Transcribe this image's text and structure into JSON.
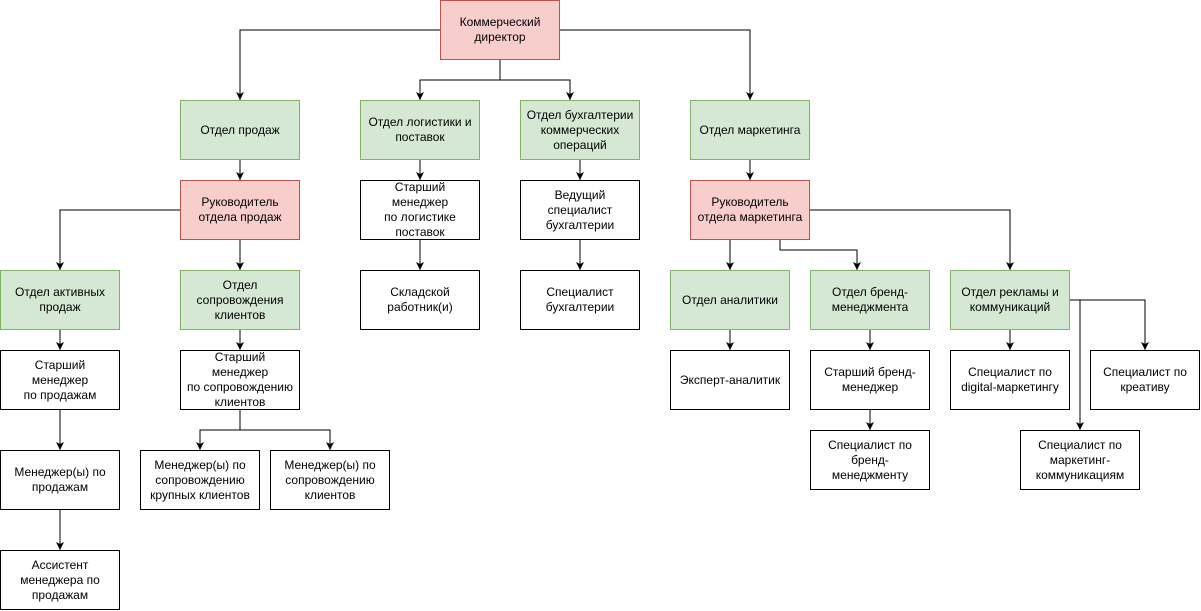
{
  "diagram": {
    "nodes": [
      {
        "id": "commercial_director",
        "type": "head",
        "label": "Коммерческий\nдиректор"
      },
      {
        "id": "sales_dept",
        "type": "dept",
        "label": "Отдел продаж"
      },
      {
        "id": "logistics_dept",
        "type": "dept",
        "label": "Отдел логистики и\nпоставок"
      },
      {
        "id": "accounting_dept",
        "type": "dept",
        "label": "Отдел бухгалтерии\nкоммерческих\nопераций"
      },
      {
        "id": "marketing_dept",
        "type": "dept",
        "label": "Отдел маркетинга"
      },
      {
        "id": "sales_head",
        "type": "head",
        "label": "Руководитель\nотдела продаж"
      },
      {
        "id": "marketing_head",
        "type": "head",
        "label": "Руководитель\nотдела маркетинга"
      },
      {
        "id": "logistics_senior",
        "type": "role",
        "label": "Старший менеджер\nпо логистике\nпоставок"
      },
      {
        "id": "accounting_lead",
        "type": "role",
        "label": "Ведущий\nспециалист\nбухгалтерии"
      },
      {
        "id": "warehouse_worker",
        "type": "role",
        "label": "Складской\nработник(и)"
      },
      {
        "id": "accounting_specialist",
        "type": "role",
        "label": "Специалист\nбухгалтерии"
      },
      {
        "id": "active_sales_dept",
        "type": "dept",
        "label": "Отдел активных\nпродаж"
      },
      {
        "id": "client_support_dept",
        "type": "dept",
        "label": "Отдел\nсопровождения\nклиентов"
      },
      {
        "id": "analytics_dept",
        "type": "dept",
        "label": "Отдел аналитики"
      },
      {
        "id": "brand_dept",
        "type": "dept",
        "label": "Отдел бренд-\nменеджмента"
      },
      {
        "id": "ads_dept",
        "type": "dept",
        "label": "Отдел рекламы и\nкоммуникаций"
      },
      {
        "id": "sales_senior",
        "type": "role",
        "label": "Старший менеджер\nпо продажам"
      },
      {
        "id": "support_senior",
        "type": "role",
        "label": "Старший менеджер\nпо сопровождению\nклиентов"
      },
      {
        "id": "analyst_expert",
        "type": "role",
        "label": "Эксперт-аналитик"
      },
      {
        "id": "brand_senior",
        "type": "role",
        "label": "Старший бренд-\nменеджер"
      },
      {
        "id": "digital_specialist",
        "type": "role",
        "label": "Специалист по\ndigital-маркетингу"
      },
      {
        "id": "creative_specialist",
        "type": "role",
        "label": "Специалист по\nкреативу"
      },
      {
        "id": "sales_managers",
        "type": "role",
        "label": "Менеджер(ы) по\nпродажам"
      },
      {
        "id": "key_account_managers",
        "type": "role",
        "label": "Менеджер(ы) по\nсопровождению\nкрупных клиентов"
      },
      {
        "id": "client_managers",
        "type": "role",
        "label": "Менеджер(ы) по\nсопровождению\nклиентов"
      },
      {
        "id": "brand_specialist",
        "type": "role",
        "label": "Специалист по\nбренд-менеджменту"
      },
      {
        "id": "marcom_specialist",
        "type": "role",
        "label": "Специалист по\nмаркетинг-\nкоммуникациям"
      },
      {
        "id": "sales_assistant",
        "type": "role",
        "label": "Ассистент\nменеджера по\nпродажам"
      }
    ],
    "edges": [
      [
        "commercial_director",
        "sales_dept"
      ],
      [
        "commercial_director",
        "logistics_dept"
      ],
      [
        "commercial_director",
        "accounting_dept"
      ],
      [
        "commercial_director",
        "marketing_dept"
      ],
      [
        "sales_dept",
        "sales_head"
      ],
      [
        "logistics_dept",
        "logistics_senior"
      ],
      [
        "accounting_dept",
        "accounting_lead"
      ],
      [
        "marketing_dept",
        "marketing_head"
      ],
      [
        "logistics_senior",
        "warehouse_worker"
      ],
      [
        "accounting_lead",
        "accounting_specialist"
      ],
      [
        "sales_head",
        "active_sales_dept"
      ],
      [
        "sales_head",
        "client_support_dept"
      ],
      [
        "marketing_head",
        "analytics_dept"
      ],
      [
        "marketing_head",
        "brand_dept"
      ],
      [
        "marketing_head",
        "ads_dept"
      ],
      [
        "active_sales_dept",
        "sales_senior"
      ],
      [
        "client_support_dept",
        "support_senior"
      ],
      [
        "analytics_dept",
        "analyst_expert"
      ],
      [
        "brand_dept",
        "brand_senior"
      ],
      [
        "ads_dept",
        "digital_specialist"
      ],
      [
        "ads_dept",
        "creative_specialist"
      ],
      [
        "ads_dept",
        "marcom_specialist"
      ],
      [
        "sales_senior",
        "sales_managers"
      ],
      [
        "support_senior",
        "key_account_managers"
      ],
      [
        "support_senior",
        "client_managers"
      ],
      [
        "brand_senior",
        "brand_specialist"
      ],
      [
        "sales_managers",
        "sales_assistant"
      ]
    ]
  }
}
